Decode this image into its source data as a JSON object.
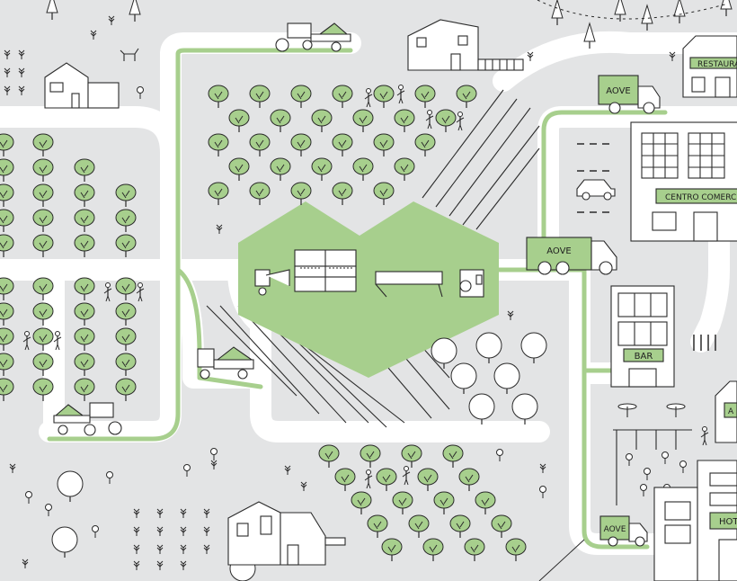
{
  "map": {
    "labels": {
      "truck_top": "AOVE",
      "truck_center": "AOVE",
      "truck_bottom": "AOVE",
      "restaurant": "RESTAURAN",
      "mall": "CENTRO COMERCIA",
      "bar": "BAR",
      "hotel": "HOT",
      "building_partial": "A"
    },
    "colors": {
      "background": "#e3e4e5",
      "road": "#ffffff",
      "accent": "#a7cf8d",
      "accent_dark": "#93c07a",
      "line": "#2a2a2a"
    },
    "icons": {
      "mill": "olive-oil-mill-icon",
      "trees": "olive-tree-icon",
      "vehicles": "tractor-icon"
    }
  }
}
